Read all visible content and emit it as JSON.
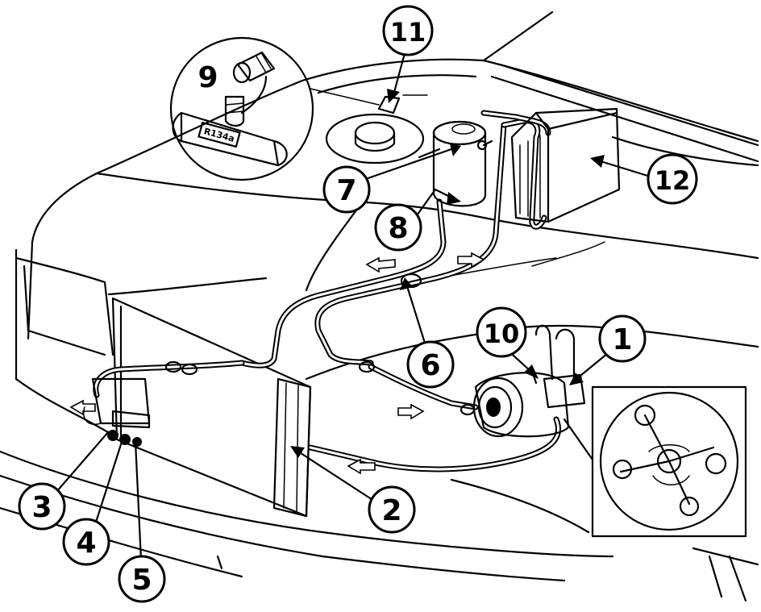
{
  "diagram": {
    "callouts": [
      {
        "id": "1",
        "label": "1"
      },
      {
        "id": "2",
        "label": "2"
      },
      {
        "id": "3",
        "label": "3"
      },
      {
        "id": "4",
        "label": "4"
      },
      {
        "id": "5",
        "label": "5"
      },
      {
        "id": "6",
        "label": "6"
      },
      {
        "id": "7",
        "label": "7"
      },
      {
        "id": "8",
        "label": "8"
      },
      {
        "id": "9",
        "label": "9"
      },
      {
        "id": "10",
        "label": "10"
      },
      {
        "id": "11",
        "label": "11"
      },
      {
        "id": "12",
        "label": "12"
      }
    ],
    "fitting_label": "R134a"
  }
}
